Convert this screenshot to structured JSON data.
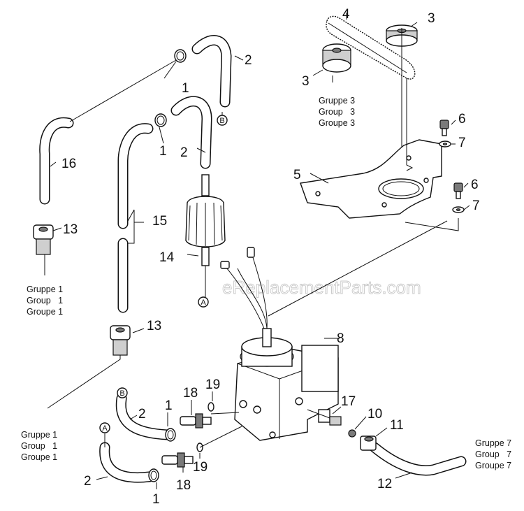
{
  "watermark": "eReplacementParts.com",
  "callouts": {
    "n1a": "1",
    "n1b": "1",
    "n1c": "1",
    "n1d": "1",
    "n2a": "2",
    "n2b": "2",
    "n2c": "2",
    "n2d": "2",
    "n3a": "3",
    "n3b": "3",
    "n4": "4",
    "n5": "5",
    "n6a": "6",
    "n6b": "6",
    "n7a": "7",
    "n7b": "7",
    "n8": "8",
    "n10": "10",
    "n11": "11",
    "n12": "12",
    "n13a": "13",
    "n13b": "13",
    "n14": "14",
    "n15": "15",
    "n16": "16",
    "n17": "17",
    "n18a": "18",
    "n18b": "18",
    "n19a": "19",
    "n19b": "19"
  },
  "connectors": {
    "A1": "A",
    "A2": "A",
    "B1": "B",
    "B2": "B"
  },
  "groups": {
    "g3": [
      "Gruppe 3",
      "Group   3",
      "Groupe 3"
    ],
    "g1a": [
      "Gruppe 1",
      "Group   1",
      "Groupe 1"
    ],
    "g1b": [
      "Gruppe 1",
      "Group   1",
      "Groupe 1"
    ],
    "g7": [
      "Gruppe 7",
      "Group   7",
      "Groupe 7"
    ]
  }
}
